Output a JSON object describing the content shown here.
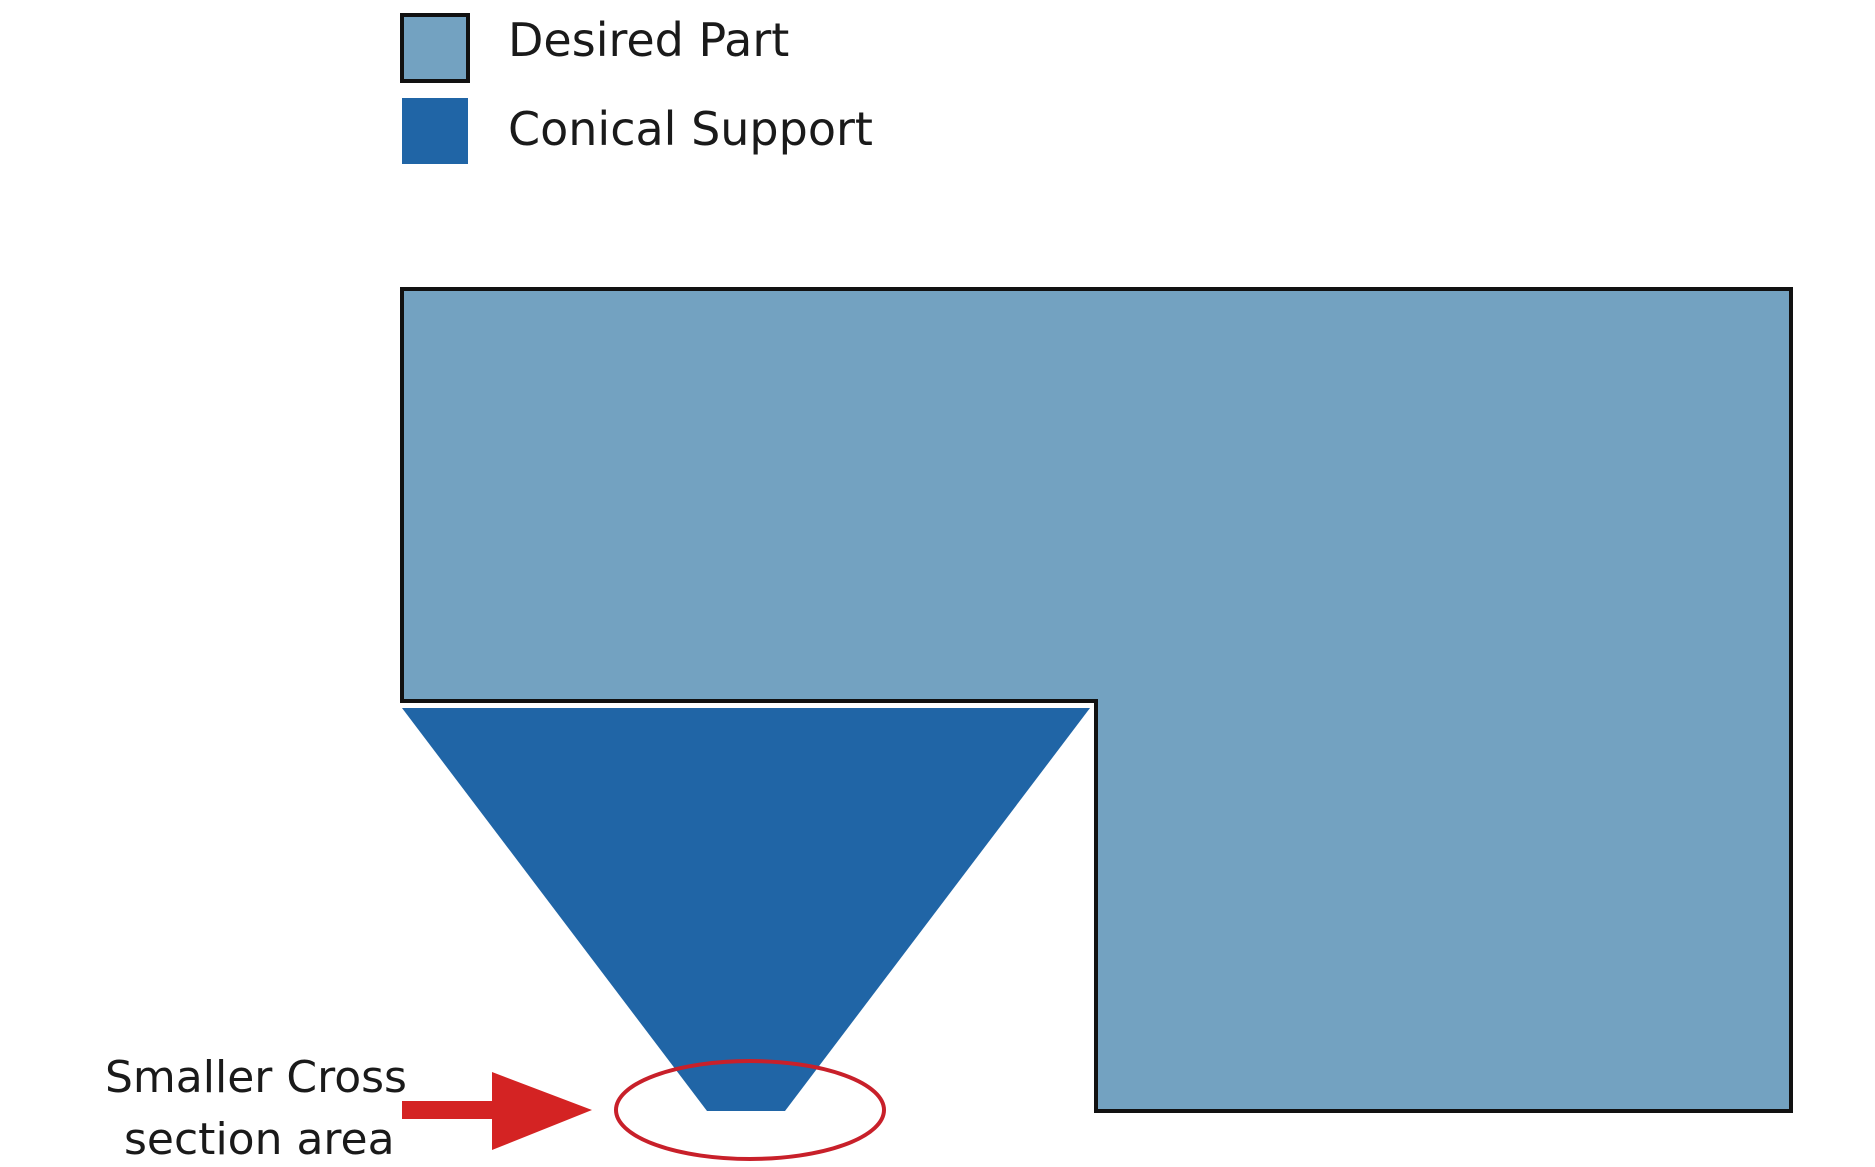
{
  "legend": {
    "items": [
      {
        "label": "Desired Part",
        "color": "#73a2c1",
        "outlined": true
      },
      {
        "label": "Conical Support",
        "color": "#2065a6",
        "outlined": false
      }
    ]
  },
  "annotation": {
    "line1": "Smaller Cross",
    "line2": "section area",
    "arrow_color": "#d42323",
    "ellipse_color": "#c8202a"
  },
  "colors": {
    "part_fill": "#73a2c1",
    "support_fill": "#2065a6",
    "outline": "#111111",
    "background": "#ffffff"
  }
}
